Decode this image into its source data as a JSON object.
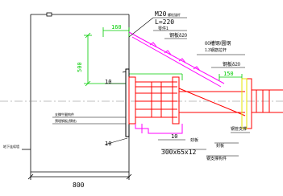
{
  "colors": {
    "background": "#ffffff",
    "line": "#000000",
    "red": "#ff0000",
    "magenta": "#ff00ff",
    "green": "#00cc00",
    "yellow": "#e6e600",
    "center_line": "#808080"
  },
  "labels": {
    "bolt_spec": "M20",
    "bolt_note": "螺栓锚杆",
    "bolt_length": "L=220",
    "top_dim": "160",
    "upper_part": "零件1",
    "upper_plate": "钢板δ20",
    "brace_steel": "00槽钢/圆钢",
    "brace_note": "1.3钢筋拉杆",
    "lower_plate": "钢板δ20",
    "lower_dim": "150",
    "vertical_dim": "500",
    "thickness_a": "10",
    "bracket_note": "支撑牛腿构件",
    "bracket_note2": "预埋钢板(预制)",
    "thickness_b": "10",
    "thickness_c": "10",
    "stiffener": "劲板",
    "plate_size": "300x65x12",
    "steel_support": "钢管支撑",
    "end_plate": "封板",
    "base_note": "钢支撑构件",
    "wall_label": "地下连续墙",
    "wall_width": "800"
  }
}
